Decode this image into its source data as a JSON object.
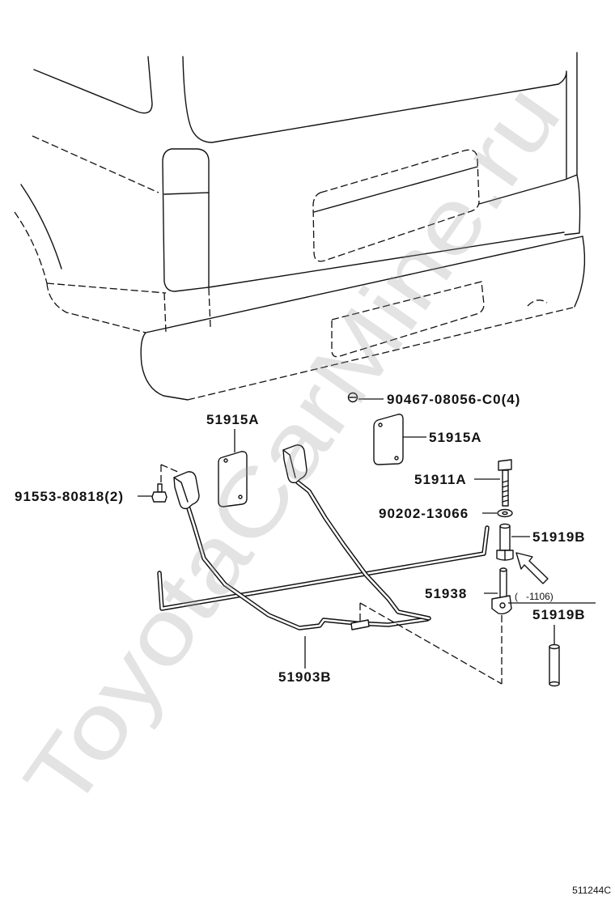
{
  "labels": {
    "screw": "90467-08056-C0(4)",
    "pad_left": "51915A",
    "pad_right": "51915A",
    "bolt": "51911A",
    "washer": "90202-13066",
    "pin": "51919B",
    "hanger_bolt": "91553-80818(2)",
    "lock": "51938",
    "carrier": "51903B",
    "alt_range": "(   -1106)",
    "alt_pin": "51919B"
  },
  "illustration_number": "511244C",
  "watermark": "ToyotaCarMine.ru"
}
